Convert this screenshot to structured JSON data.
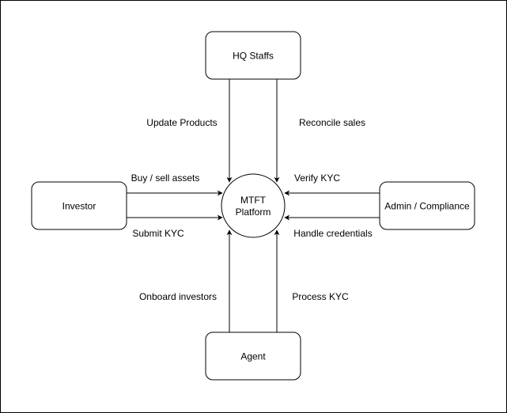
{
  "colors": {
    "stroke": "#000000",
    "fill": "#ffffff",
    "text": "#000000"
  },
  "nodes": {
    "hq_staffs": "HQ Staffs",
    "investor": "Investor",
    "admin_compliance": "Admin / Compliance",
    "agent": "Agent",
    "platform_line1": "MTFT",
    "platform_line2": "Platform"
  },
  "edges": {
    "update_products": "Update Products",
    "reconcile_sales": "Reconcile sales",
    "buy_sell_assets": "Buy / sell assets",
    "submit_kyc": "Submit KYC",
    "verify_kyc": "Verify KYC",
    "handle_credentials": "Handle credentials",
    "onboard_investors": "Onboard investors",
    "process_kyc": "Process KYC"
  }
}
